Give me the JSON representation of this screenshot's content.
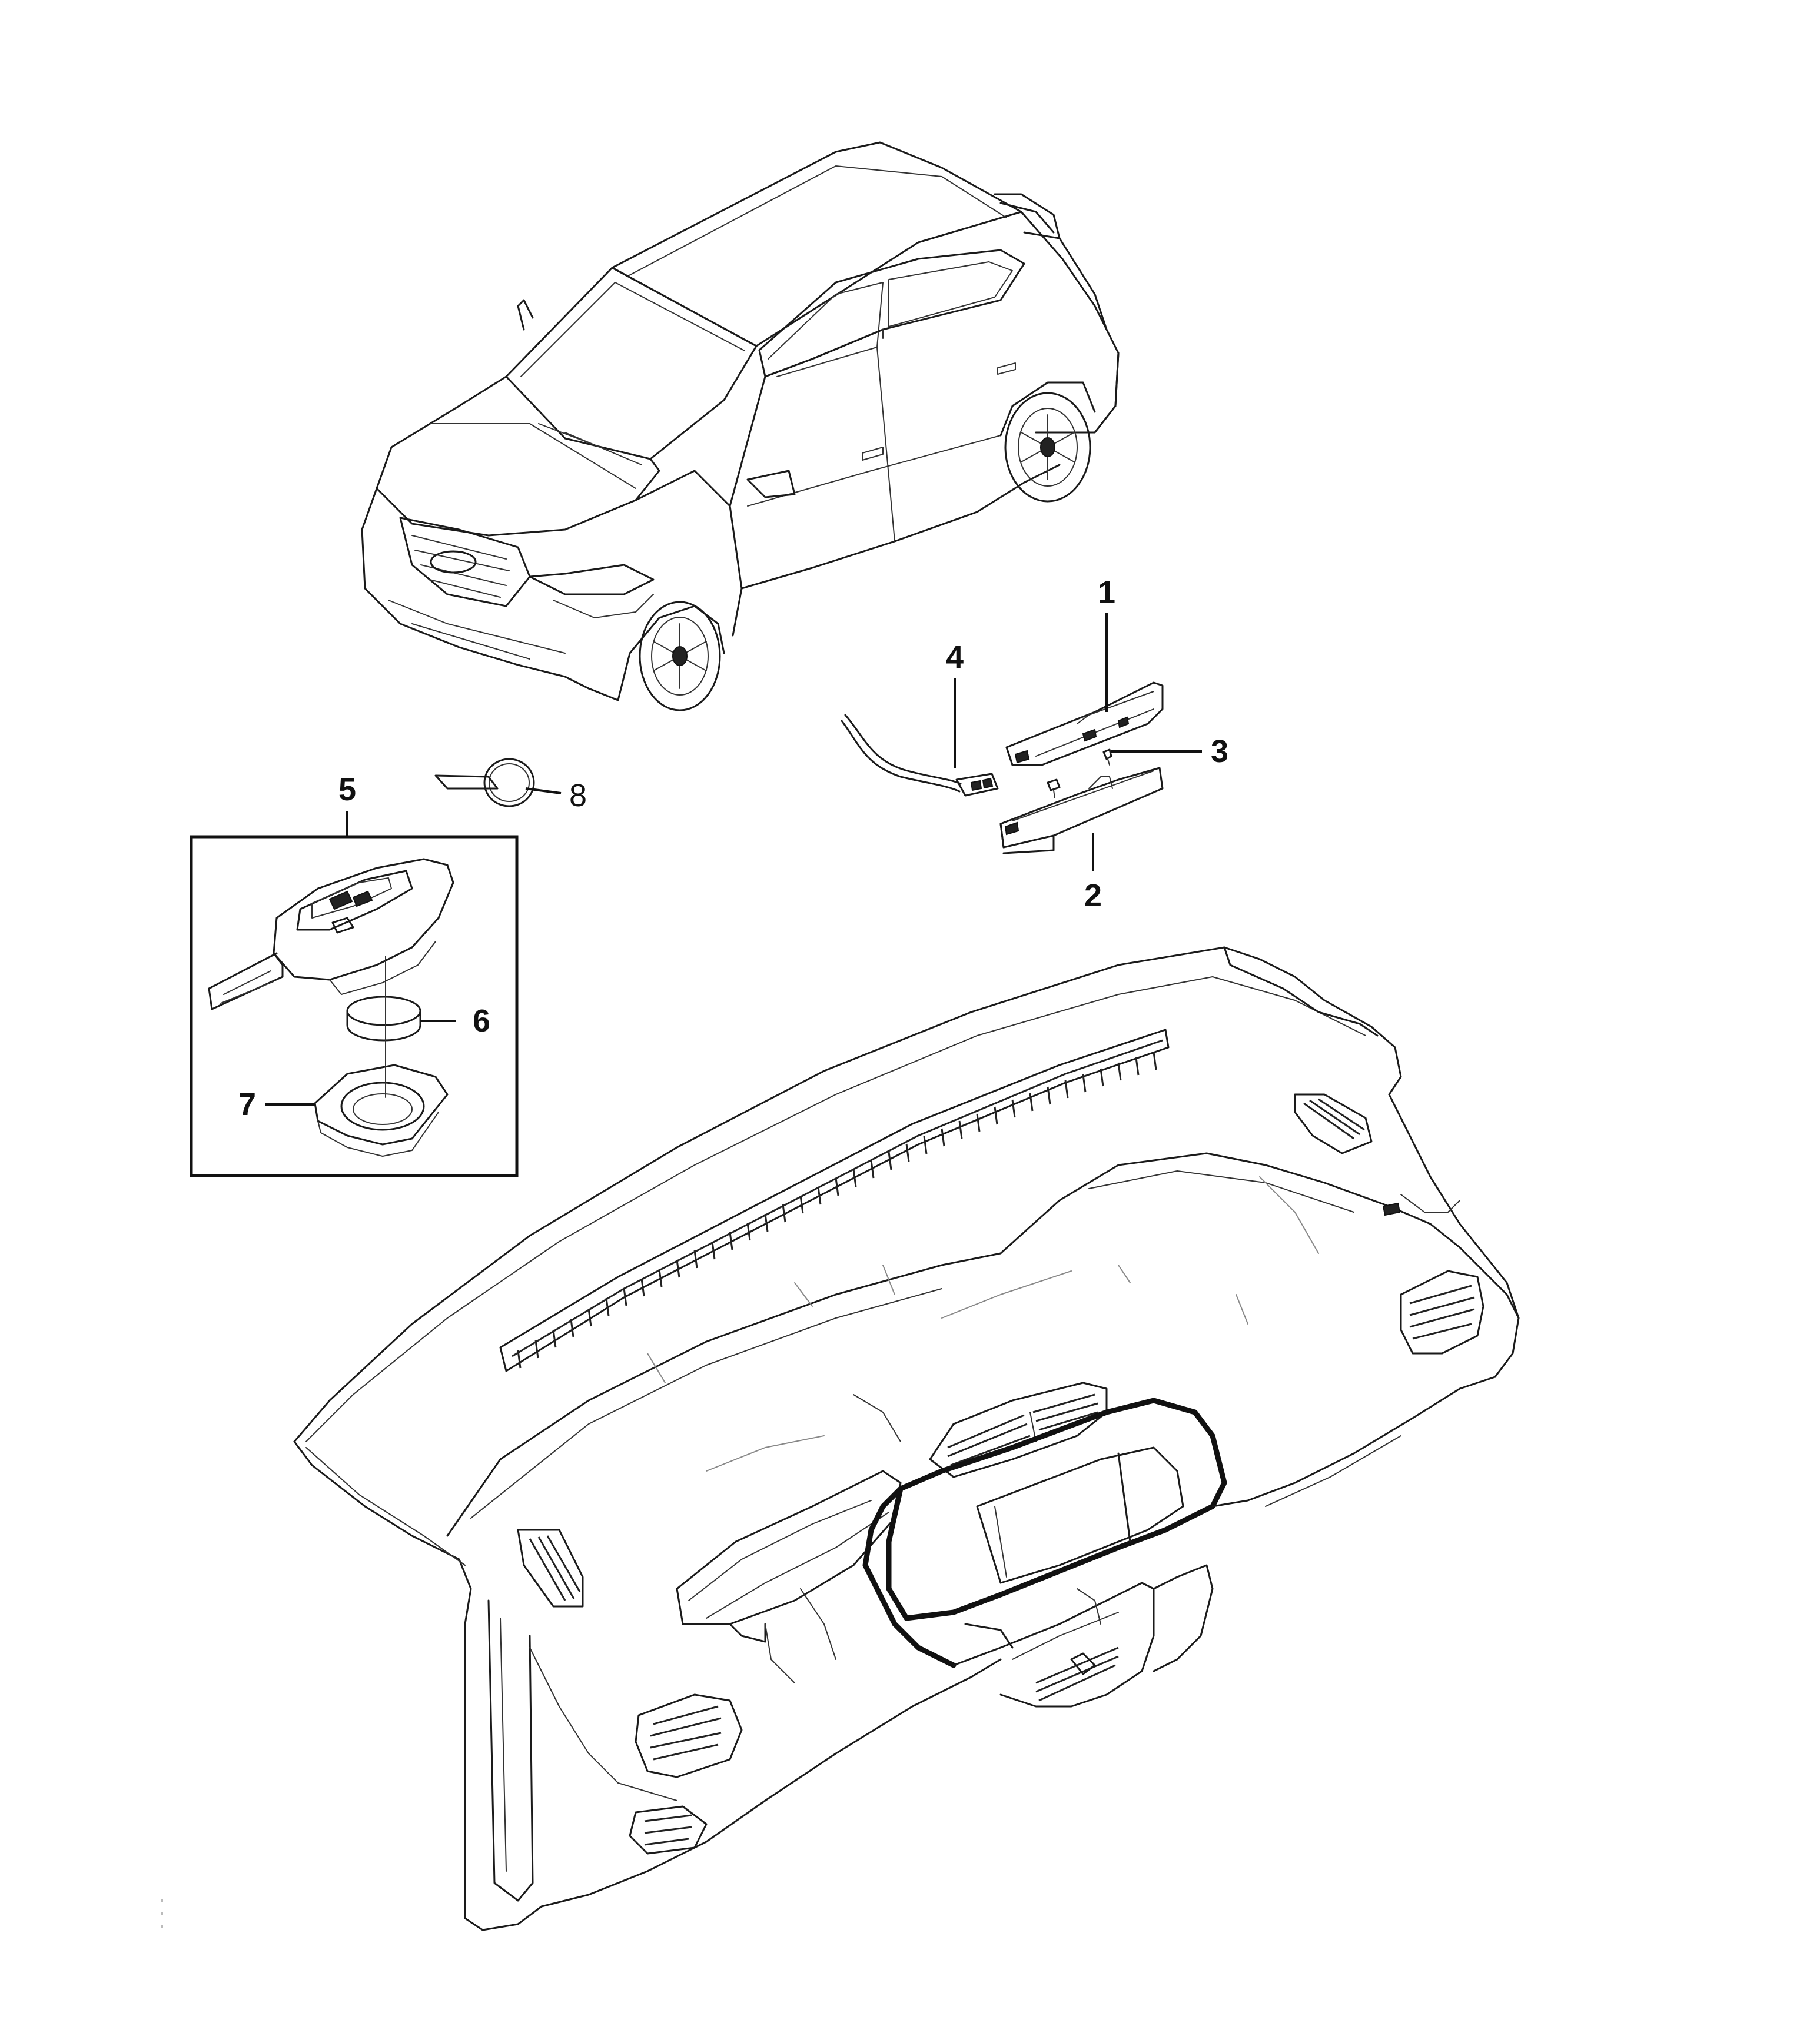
{
  "callouts": {
    "c1": "1",
    "c2": "2",
    "c3": "3",
    "c4": "4",
    "c5": "5",
    "c6": "6",
    "c7": "7",
    "c8": "8"
  },
  "components": [
    {
      "callout": "1",
      "name": "receiver-module-upper"
    },
    {
      "callout": "2",
      "name": "receiver-module-bracket"
    },
    {
      "callout": "3",
      "name": "fastener-screw"
    },
    {
      "callout": "4",
      "name": "wiring-harness-connector"
    },
    {
      "callout": "5",
      "name": "remote-key-assembly"
    },
    {
      "callout": "6",
      "name": "coin-battery"
    },
    {
      "callout": "7",
      "name": "remote-key-battery-cover"
    },
    {
      "callout": "8",
      "name": "key-ring-tag"
    }
  ],
  "icons": [
    "car-illustration",
    "dashboard-illustration",
    "remote-key-icon",
    "battery-icon"
  ]
}
